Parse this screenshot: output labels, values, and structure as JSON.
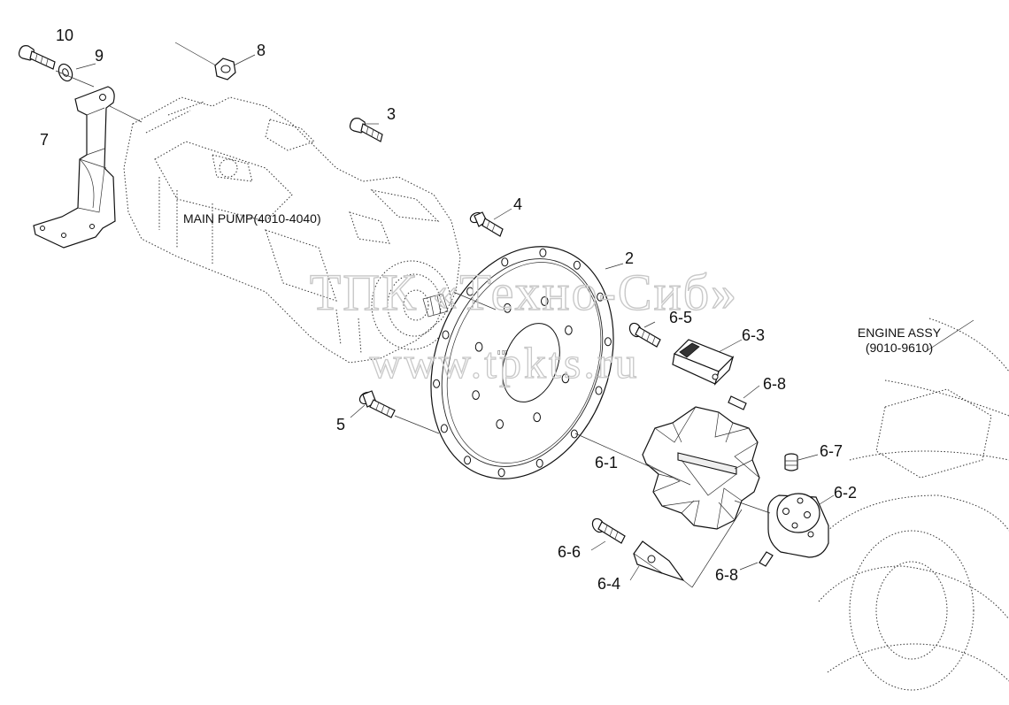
{
  "watermark": {
    "line1": "ТПК «Техно-Сиб»",
    "line2": "www.tpkts.ru"
  },
  "assemblies": {
    "main_pump": "MAIN PUMP(4010-4040)",
    "engine_line1": "ENGINE ASSY",
    "engine_line2": "(9010-9610)"
  },
  "callouts": {
    "p10": "10",
    "p9": "9",
    "p8": "8",
    "p7": "7",
    "p3": "3",
    "p4": "4",
    "p2": "2",
    "p5": "5",
    "p6_5": "6-5",
    "p6_3": "6-3",
    "p6_8a": "6-8",
    "p6_1": "6-1",
    "p6_7": "6-7",
    "p6_2": "6-2",
    "p6_6": "6-6",
    "p6_4": "6-4",
    "p6_8b": "6-8"
  }
}
